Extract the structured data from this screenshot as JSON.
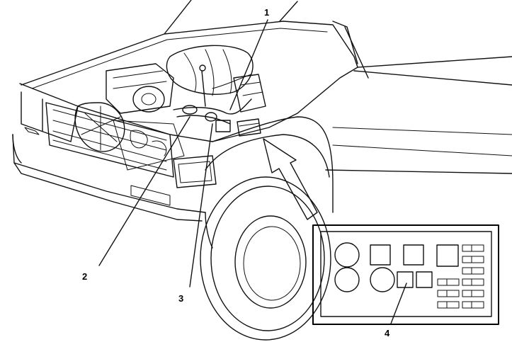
{
  "callouts": {
    "c1": "1",
    "c2": "2",
    "c3": "3",
    "c4": "4"
  },
  "colors": {
    "ink": "#111111",
    "hatch": "#555555",
    "background": "#ffffff"
  },
  "icons": {
    "arrow": "arrow-icon",
    "relay": "relay-icon",
    "fuse": "fuse-icon"
  }
}
